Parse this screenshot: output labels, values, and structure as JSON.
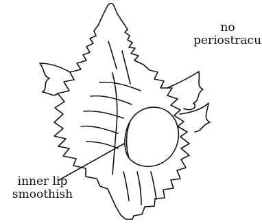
{
  "labels": {
    "top_line1": "no",
    "top_line2": "periostracum",
    "bottom_line1": "inner lip",
    "bottom_line2": "smoothish"
  },
  "style": {
    "ink": "#111111",
    "paper": "#ffffff"
  }
}
